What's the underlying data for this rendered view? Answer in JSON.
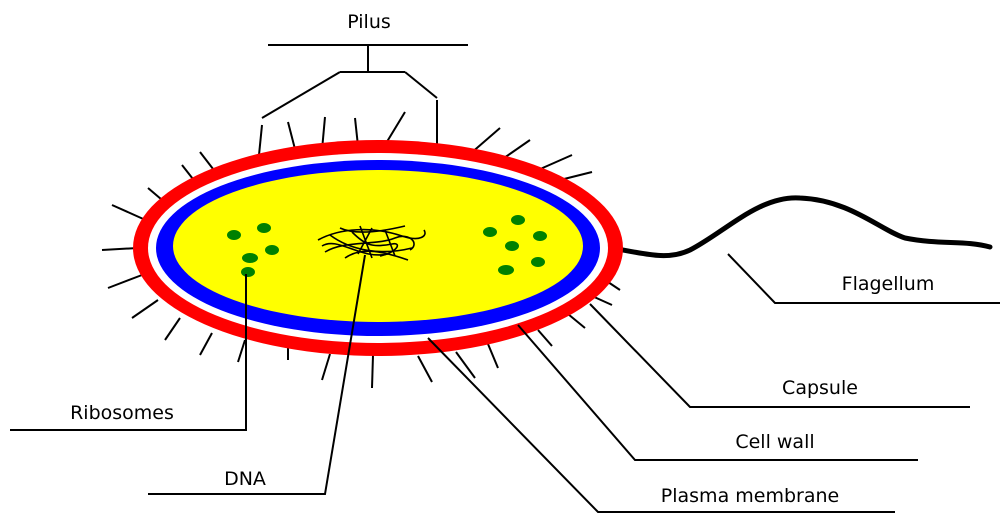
{
  "labels": {
    "pilus": "Pilus",
    "flagellum": "Flagellum",
    "capsule": "Capsule",
    "cell_wall": "Cell wall",
    "plasma_membrane": "Plasma membrane",
    "ribosomes": "Ribosomes",
    "dna": "DNA"
  },
  "colors": {
    "capsule": "#ff0000",
    "cell_wall": "#ffffff",
    "plasma_membrane": "#0000ff",
    "cytoplasm": "#ffff00",
    "ribosomes": "#008000",
    "line": "#000000"
  }
}
